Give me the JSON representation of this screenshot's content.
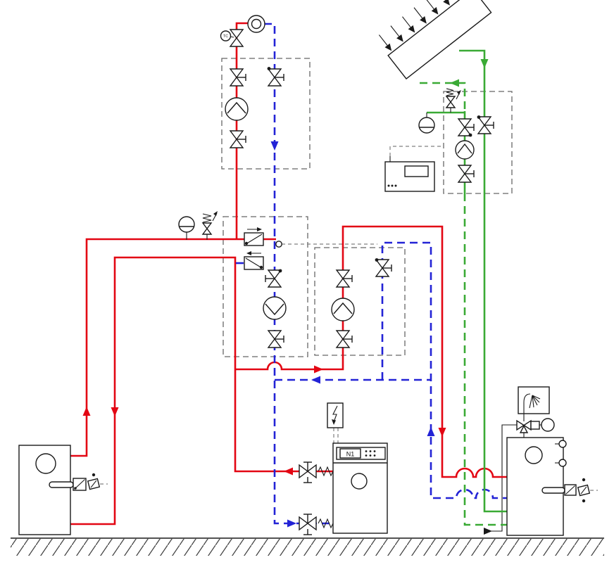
{
  "colors": {
    "supply": "#e30613",
    "return": "#2323d6",
    "solar": "#3aaa35",
    "cable": "#808080",
    "box_dash": "#666666",
    "ink": "#1a1a1a",
    "bg": "#ffffff"
  },
  "labels": {
    "boiler_controller": "N1",
    "thermostat_valve": "TC"
  },
  "components": [
    "radiator-heating-circuit",
    "thermostatic-valve-tc",
    "heating-circuit-pump-group",
    "check-valve",
    "circulation-pump",
    "shutoff-valve",
    "expansion-vessel",
    "safety-valve",
    "mixing-assembly",
    "regulating-valve-supply",
    "regulating-valve-return",
    "temperature-sensor",
    "dhw-charging-pump-group",
    "solar-collector",
    "collector-temperature-sensor",
    "solar-station",
    "solar-expansion-vessel",
    "solar-safety-valve",
    "solar-pump",
    "solar-controller",
    "gas-boiler",
    "boiler-control-panel",
    "electric-power-supply",
    "flexible-connection",
    "fill-drain-valve",
    "electric-heater-tank",
    "immersion-heater-element",
    "dhw-cylinder",
    "shower",
    "thermostatic-mixing-valve",
    "dhw-circulation-pump",
    "thermometer-well",
    "cold-water-inlet",
    "ground"
  ]
}
